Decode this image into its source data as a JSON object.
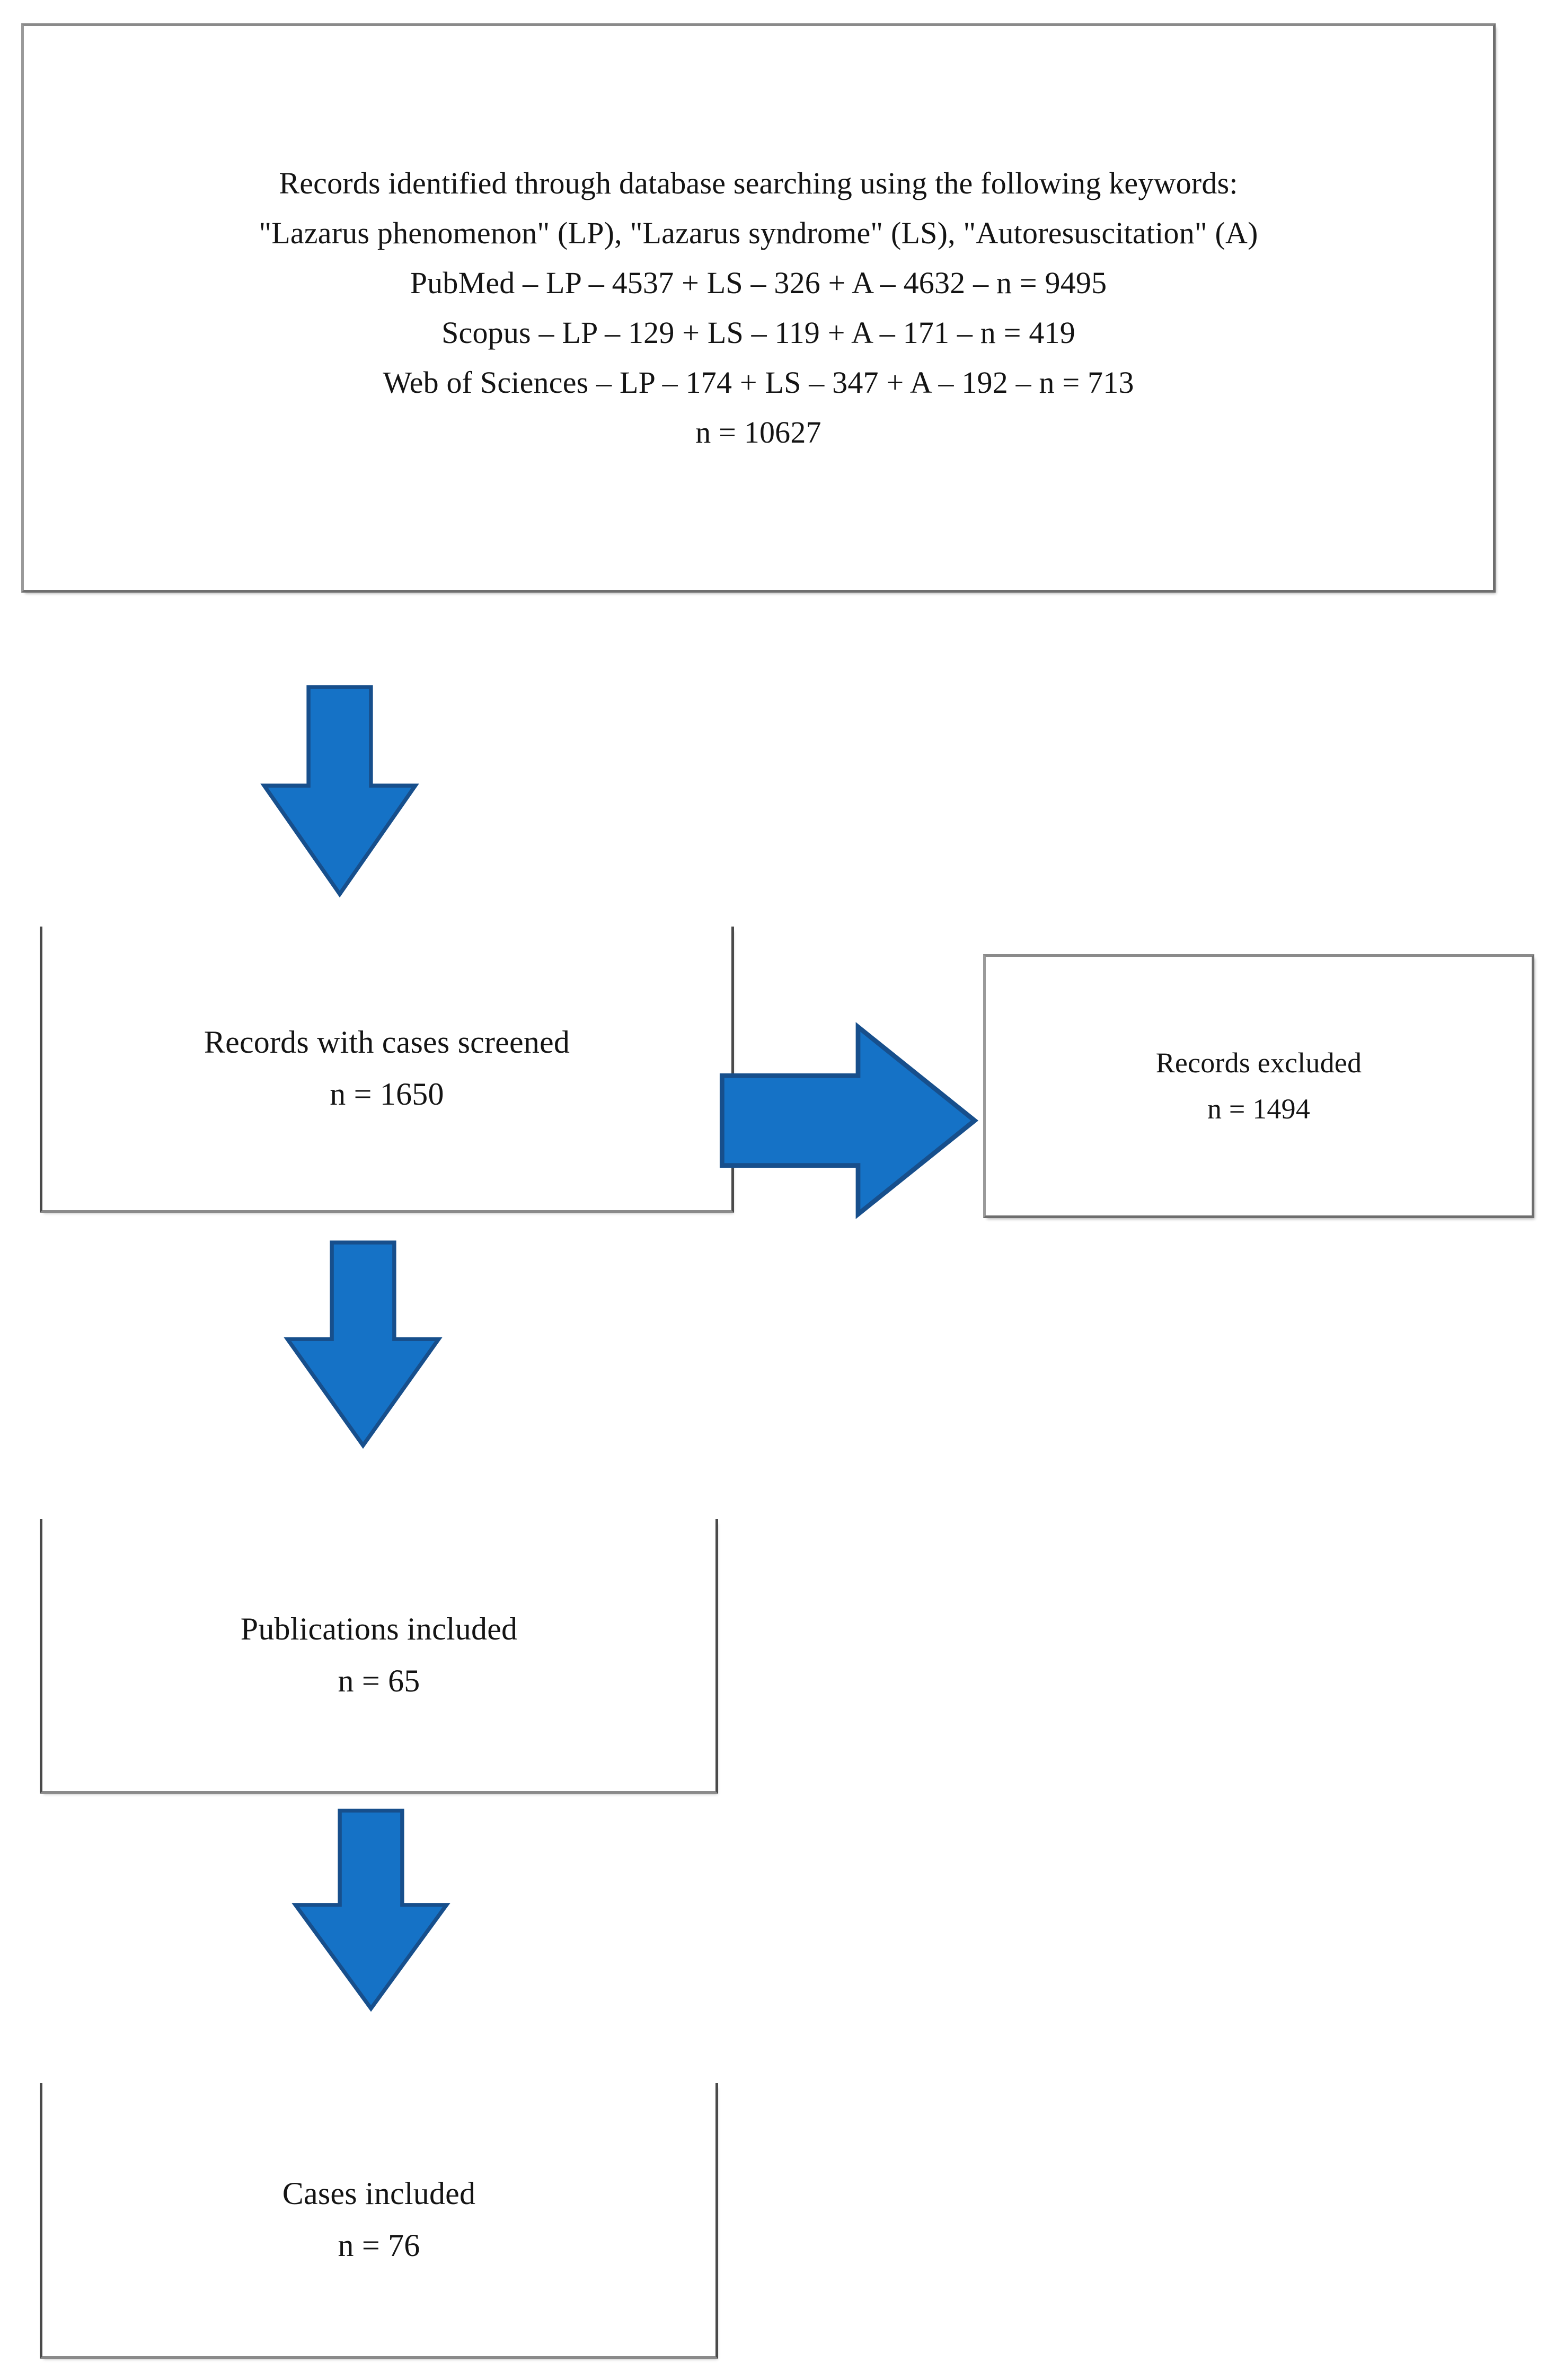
{
  "figure": {
    "type": "prisma-flow-diagram",
    "accent_color": "#1572C6",
    "accent_outline_color": "#1A5490",
    "box_border_color": "#7d7d7d",
    "background_color": "#ffffff"
  },
  "identification_box": {
    "lines": [
      "Records identified through database searching using the following keywords:",
      "\"Lazarus phenomenon\" (LP), \"Lazarus syndrome\" (LS), \"Autoresuscitation\" (A)",
      "PubMed – LP – 4537 + LS – 326 + A – 4632 – n = 9495",
      "Scopus – LP – 129 + LS – 119 + A – 171 – n = 419",
      "Web of Sciences – LP – 174 + LS – 347 + A – 192 – n = 713",
      "n = 10627"
    ]
  },
  "screened_box": {
    "label": "Records with cases screened",
    "count": "n = 1650"
  },
  "excluded_box": {
    "label": "Records excluded",
    "count": "n = 1494"
  },
  "publications_box": {
    "label": "Publications included",
    "count": "n = 65"
  },
  "cases_box": {
    "label": "Cases included",
    "count": "n = 76"
  },
  "arrows": {
    "identification_to_screened": "down-arrow",
    "screened_to_excluded": "right-arrow",
    "screened_to_publications": "down-arrow",
    "publications_to_cases": "down-arrow"
  },
  "chart_data": {
    "type": "table",
    "title": "PRISMA study selection flow",
    "stages": [
      {
        "stage": "Records identified through database searching",
        "n": 10627
      },
      {
        "stage": "Records with cases screened",
        "n": 1650
      },
      {
        "stage": "Records excluded",
        "n": 1494
      },
      {
        "stage": "Publications included",
        "n": 65
      },
      {
        "stage": "Cases included",
        "n": 76
      }
    ],
    "sources": [
      {
        "database": "PubMed",
        "LP": 4537,
        "LS": 326,
        "A": 4632,
        "n": 9495
      },
      {
        "database": "Scopus",
        "LP": 129,
        "LS": 119,
        "A": 171,
        "n": 419
      },
      {
        "database": "Web of Sciences",
        "LP": 174,
        "LS": 347,
        "A": 192,
        "n": 713
      }
    ],
    "keywords": [
      "Lazarus phenomenon (LP)",
      "Lazarus syndrome (LS)",
      "Autoresuscitation (A)"
    ],
    "total": 10627
  }
}
